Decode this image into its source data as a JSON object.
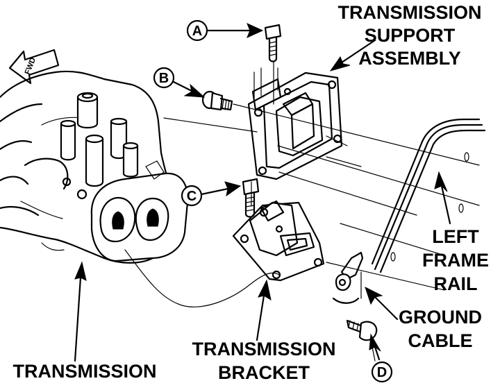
{
  "labels": {
    "transmission_support_assembly": [
      "TRANSMISSION",
      "SUPPORT",
      "ASSEMBLY"
    ],
    "left_frame_rail": [
      "LEFT",
      "FRAME",
      "RAIL"
    ],
    "ground_cable": [
      "GROUND",
      "CABLE"
    ],
    "transmission_bracket": [
      "TRANSMISSION",
      "BRACKET"
    ],
    "transmission": "TRANSMISSION",
    "fwd": "FWD"
  },
  "callouts": {
    "a": "A",
    "b": "B",
    "c": "C",
    "d": "D"
  }
}
